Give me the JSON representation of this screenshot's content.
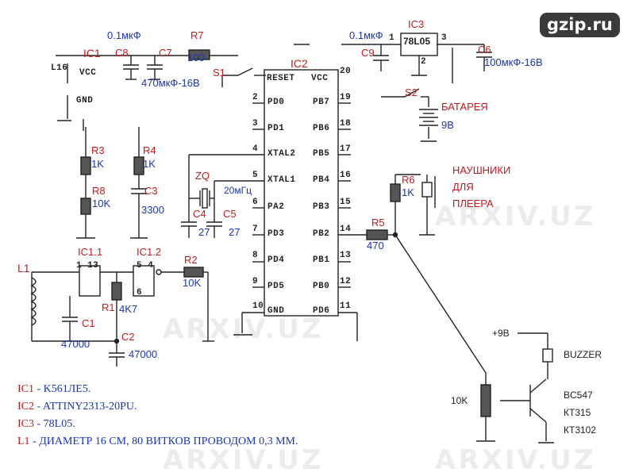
{
  "site_logo": "gzip.ru",
  "watermark": "ARXIV.UZ",
  "components": {
    "ic1": "IC1",
    "ic1_1": "IC1.1",
    "ic1_2": "IC1.2",
    "ic2": "IC2",
    "ic3": "IC3",
    "ic3_part": "78L05",
    "r1": "R1",
    "r1_val": "4K7",
    "r2": "R2",
    "r2_val": "10K",
    "r3": "R3",
    "r3_val": "1K",
    "r4": "R4",
    "r4_val": "1K",
    "r5": "R5",
    "r5_val": "470",
    "r6": "R6",
    "r6_val": "1K",
    "r7": "R7",
    "r7_val": "100",
    "r8": "R8",
    "r8_val": "10K",
    "c1": "C1",
    "c1_val": "47000",
    "c2": "C2",
    "c2_val": "47000",
    "c3": "C3",
    "c3_val": "3300",
    "c4": "C4",
    "c4_val": "27",
    "c5": "C5",
    "c5_val": "27",
    "c6": "C6",
    "c6_val": "100мкФ-16В",
    "c7": "C7",
    "c7_val": "470мкФ-16В",
    "c8": "C8",
    "c8_val": "0.1мкФ",
    "c9": "C9",
    "c9_val": "0.1мкФ",
    "zq": "ZQ",
    "zq_val": "20мГц",
    "s1": "S1",
    "s2": "S2",
    "l1": "L1",
    "battery": "БАТАРЕЯ",
    "battery_val": "9В",
    "headphones": "НАУШНИКИ",
    "headphones_2": "ДЛЯ",
    "headphones_3": "ПЛЕЕРА",
    "supply": "+9В",
    "buzzer": "BUZZER",
    "pot": "10K",
    "transistor_1": "BC547",
    "transistor_2": "КТ315",
    "transistor_3": "КТ3102"
  },
  "ic_pins": {
    "ic1_a": "L16",
    "ic1_b": "VCC",
    "ic1_c": "GND",
    "ic1_1_pins": "1 13",
    "ic1_2_pins": "5 4",
    "ic1_6": "6",
    "reset": "RESET",
    "vcc": "VCC",
    "pin20": "20",
    "left_names": [
      "PD0",
      "PD1",
      "XTAL2",
      "XTAL1",
      "PA2",
      "PD3",
      "PD4",
      "PD5",
      "GND"
    ],
    "left_nums": [
      "2",
      "3",
      "4",
      "5",
      "6",
      "7",
      "8",
      "9",
      "10"
    ],
    "right_names": [
      "PB7",
      "PB6",
      "PB5",
      "PB4",
      "PB3",
      "PB2",
      "PB1",
      "PB0",
      "PD6"
    ],
    "right_nums": [
      "19",
      "18",
      "17",
      "16",
      "15",
      "14",
      "13",
      "12",
      "11"
    ],
    "ic3_pin1": "1",
    "ic3_pin2": "2",
    "ic3_pin3": "3"
  },
  "notes": [
    {
      "name": "IC1",
      "text": " - K561ЛЕ5."
    },
    {
      "name": "IC2",
      "text": " - ATTINY2313-20PU."
    },
    {
      "name": "IC3",
      "text": " - 78L05."
    },
    {
      "name": "L1",
      "text": " - ДИАМЕТР 16 СМ, 80 ВИТКОВ ПРОВОДОМ 0,3 ММ."
    }
  ],
  "colors": {
    "component_label": "#c8191c",
    "value_label": "#1a36b4",
    "wire": "#222222"
  }
}
